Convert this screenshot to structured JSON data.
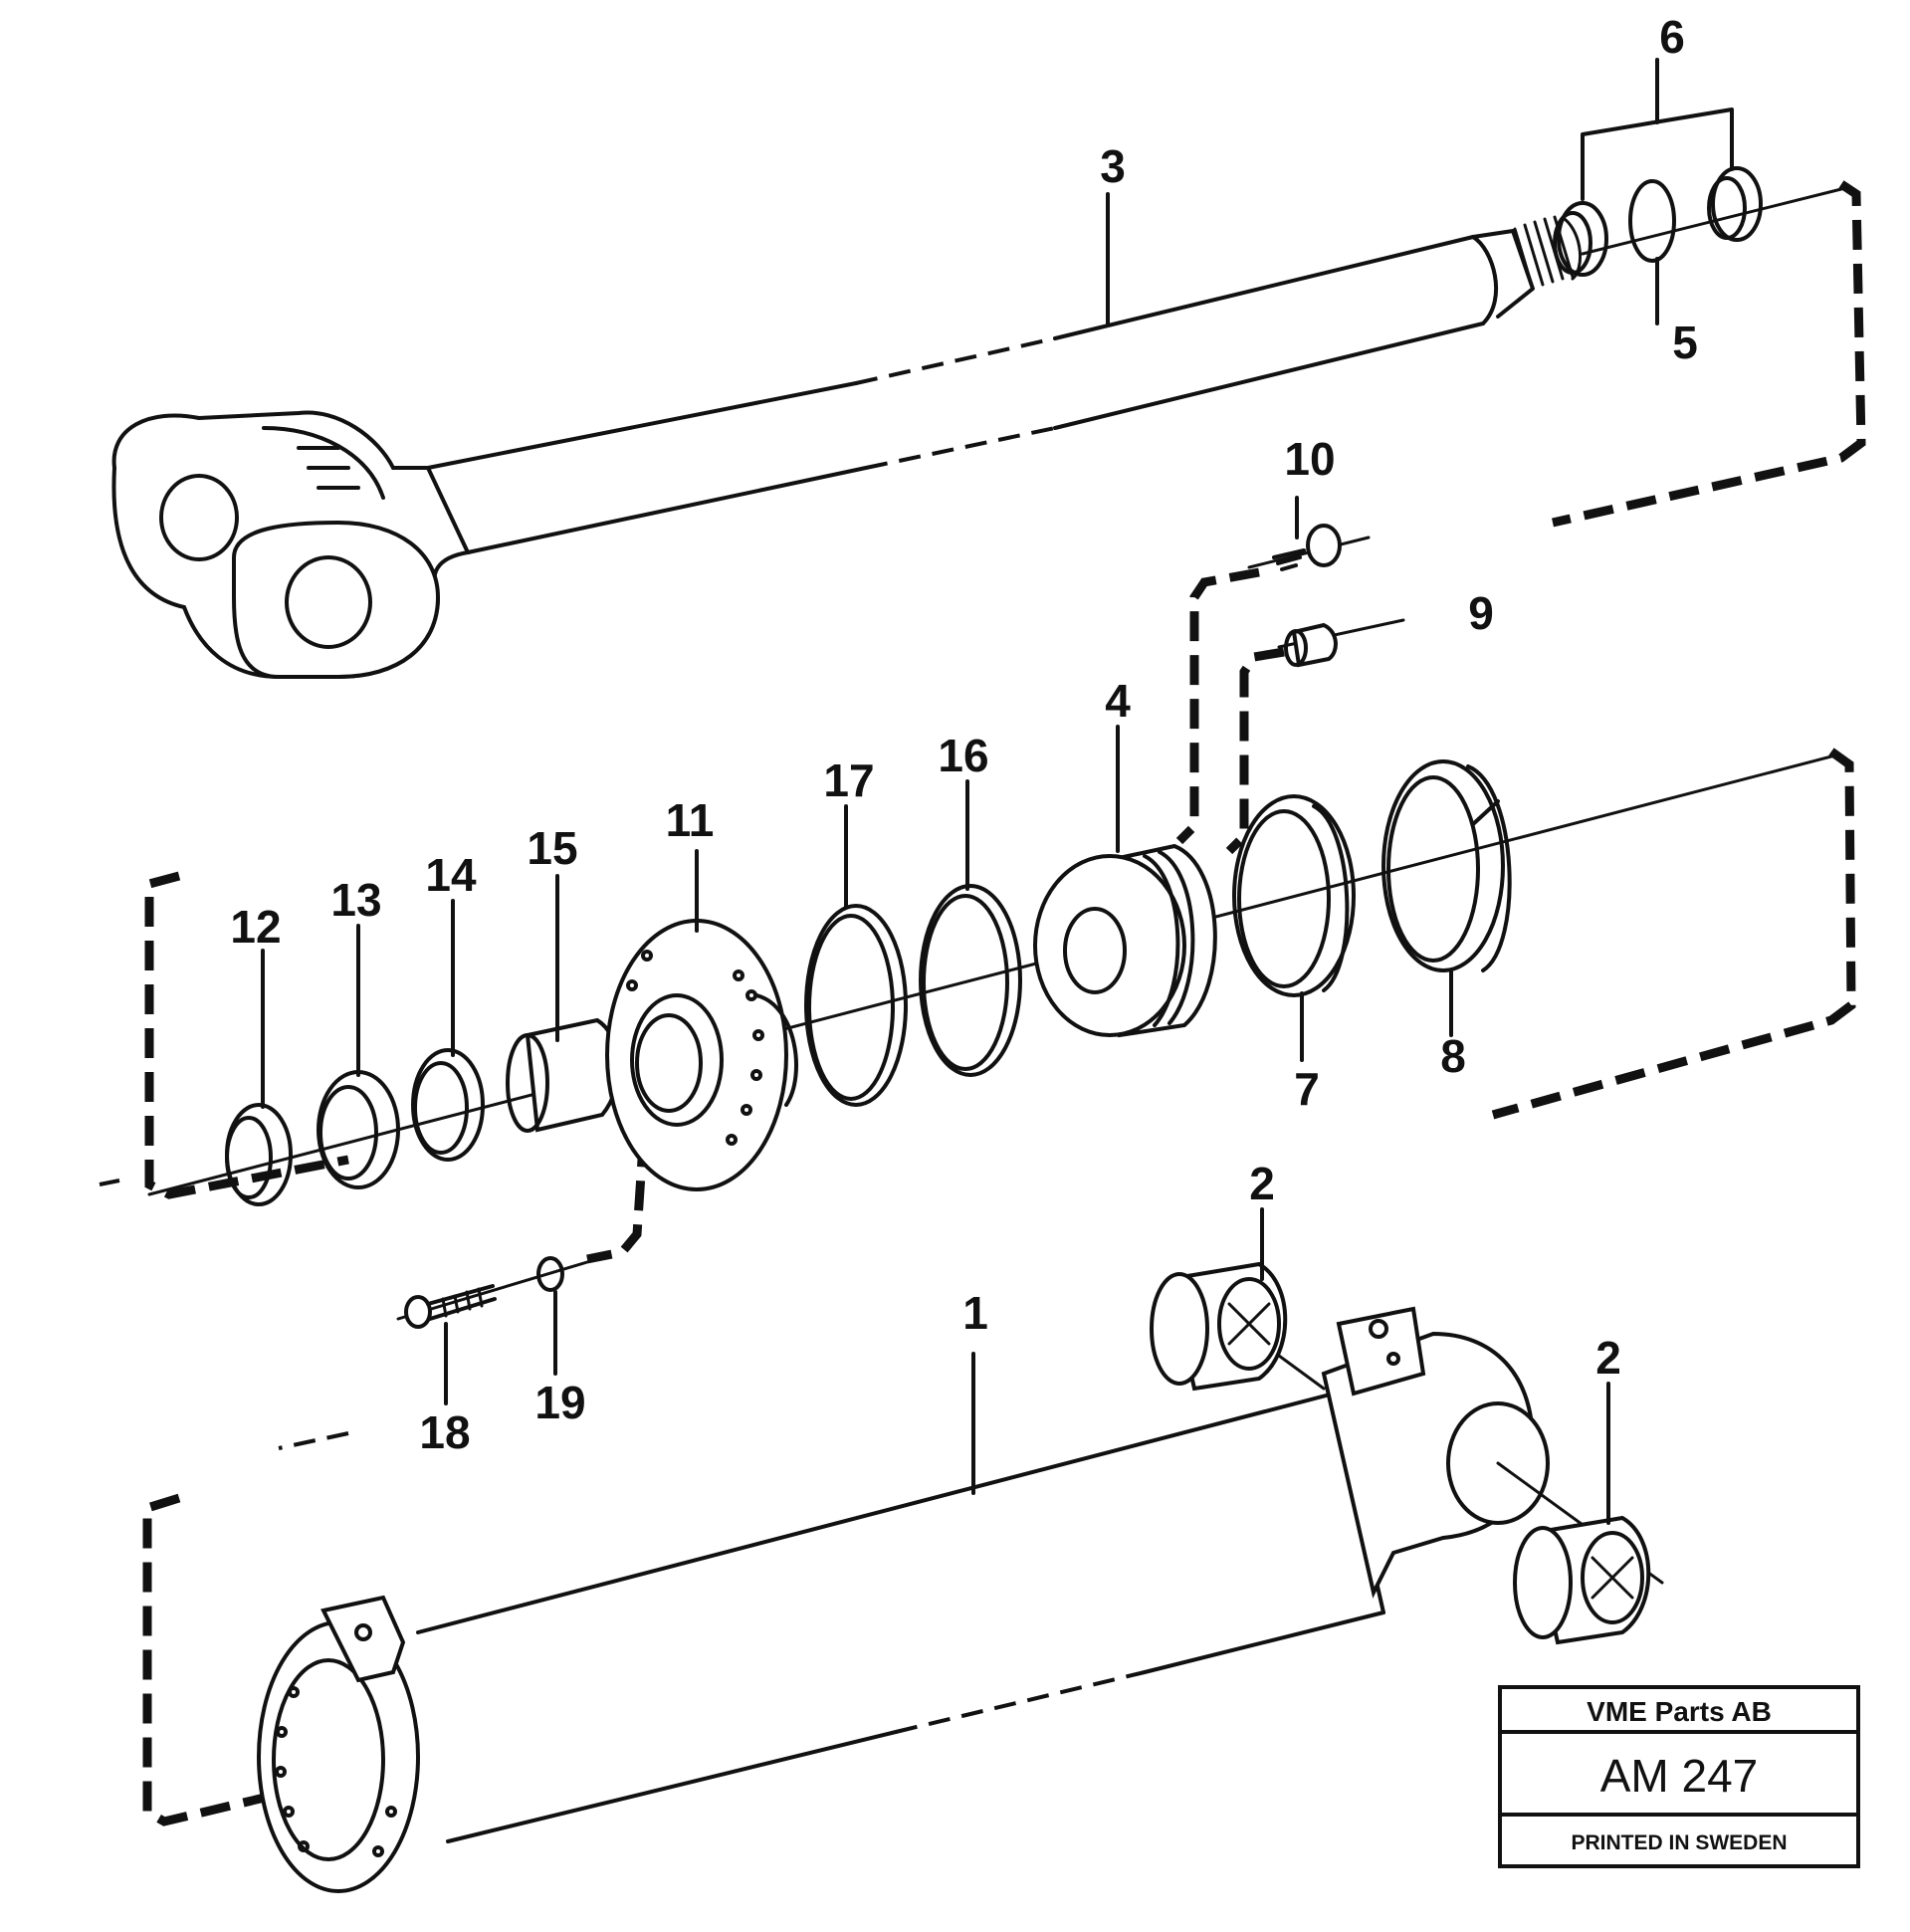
{
  "callouts": {
    "c1": "1",
    "c2a": "2",
    "c2b": "2",
    "c3": "3",
    "c4": "4",
    "c5": "5",
    "c6": "6",
    "c7": "7",
    "c8": "8",
    "c9": "9",
    "c10": "10",
    "c11": "11",
    "c12": "12",
    "c13": "13",
    "c14": "14",
    "c15": "15",
    "c16": "16",
    "c17": "17",
    "c18": "18",
    "c19": "19"
  },
  "title_block": {
    "company": "VME Parts AB",
    "drawing_number": "AM 247",
    "printed": "PRINTED IN SWEDEN"
  }
}
